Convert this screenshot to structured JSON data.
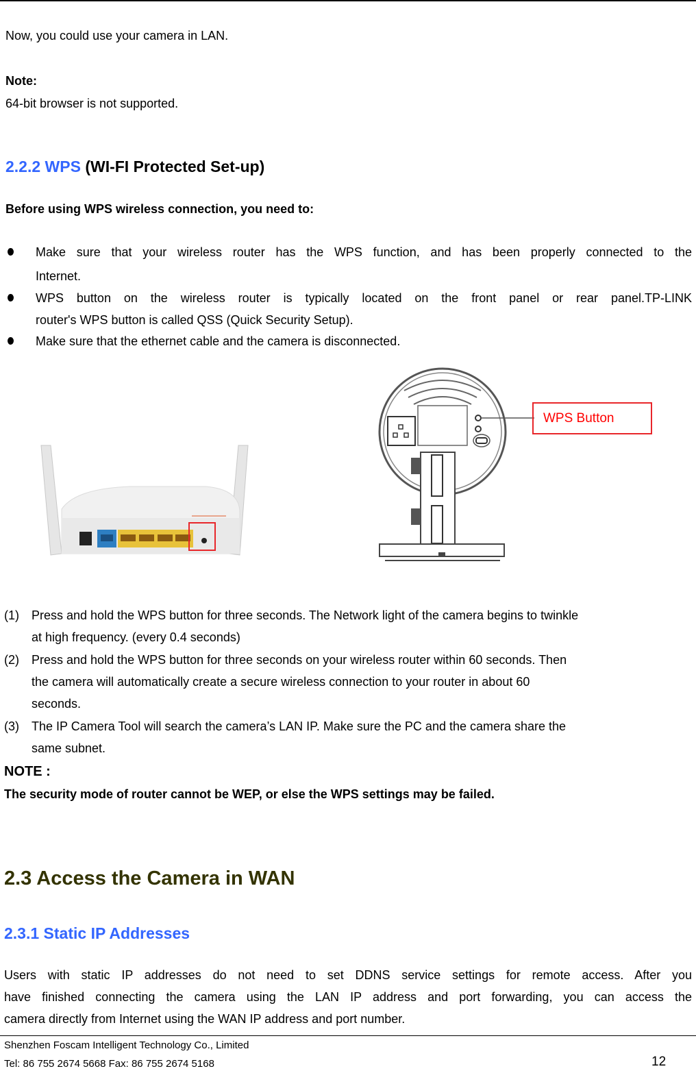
{
  "intro": {
    "line": "Now, you could use your camera in LAN.",
    "note_label": "Note:",
    "note_text": "64-bit browser is not supported."
  },
  "section_222": {
    "number_title": "2.2.2 WPS",
    "subtitle": "(WI-FI Protected Set-up)",
    "lead": "Before using WPS wireless connection, you need to:",
    "bullets": [
      {
        "line1": "Make sure that your wireless router has the WPS function, and has been properly connected to the",
        "line2": "Internet."
      },
      {
        "line1": "WPS button on the wireless router is typically located on the front panel or rear panel.TP-LINK",
        "line2": "router's WPS button is called QSS (Quick Security Setup)."
      },
      {
        "line1": "Make sure that the ethernet cable and the camera is disconnected."
      }
    ],
    "figure": {
      "router_image": "router-rear-panel-photo",
      "camera_image": "camera-rear-diagram",
      "callout_label": "WPS Button",
      "callout_color": "#ff0000"
    },
    "steps": [
      {
        "num": "(1)",
        "line1": "Press and hold the WPS button for three seconds. The Network light of the camera begins to twinkle",
        "line2": "at high frequency. (every 0.4 seconds)"
      },
      {
        "num": "(2)",
        "line1": "Press and hold the WPS button for three seconds on your wireless router within 60 seconds. Then",
        "line2": "the camera will automatically create a secure wireless connection to your router in about 60",
        "line3": "seconds."
      },
      {
        "num": "(3)",
        "line1": "The IP Camera Tool will search the camera’s LAN IP. Make sure the PC and the camera share the",
        "line2": "same subnet."
      }
    ],
    "note_label": "NOTE :",
    "note_text": "The security mode of router cannot be WEP, or else the WPS settings may be failed."
  },
  "section_23": {
    "title": "2.3 Access the Camera in WAN"
  },
  "section_231": {
    "title": "2.3.1 Static IP Addresses",
    "para_lines": [
      "Users with static IP addresses do not need to set DDNS service settings for remote access. After you",
      "have finished connecting the camera using the LAN IP address and port forwarding, you can access the",
      "camera directly from Internet using the WAN IP address and port number."
    ]
  },
  "footer": {
    "company": "Shenzhen Foscam Intelligent Technology Co., Limited",
    "contact": "Tel: 86 755 2674 5668 Fax: 86 755 2674 5168",
    "page_number": "12"
  },
  "colors": {
    "heading_blue": "#3366ff",
    "heading_olive": "#333300",
    "callout_red": "#ff0000"
  }
}
